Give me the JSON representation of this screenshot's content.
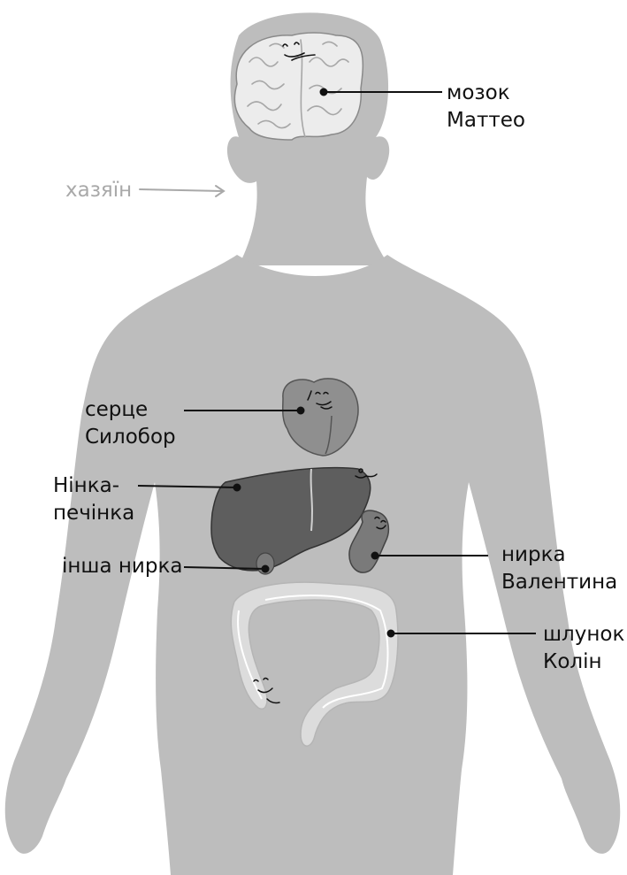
{
  "labels": {
    "brain": {
      "line1": "мозок",
      "line2": "Маттео"
    },
    "host": {
      "line1": "хазяїн"
    },
    "heart": {
      "line1": "серце",
      "line2": "Силобор"
    },
    "liver": {
      "line1": "Нінка-",
      "line2": "печінка"
    },
    "other_kidney": {
      "line1": "інша нирка"
    },
    "kidney": {
      "line1": "нирка",
      "line2": "Валентина"
    },
    "intestine": {
      "line1": "шлунок",
      "line2": "Колін"
    }
  },
  "colors": {
    "body": "#bdbdbd",
    "brain": "#ececec",
    "heart": "#8f8f8f",
    "liver": "#5e5e5e",
    "kidney": "#7a7a7a",
    "intestine": "#dcdcdc",
    "pointer": "#111111",
    "host_text": "#a9a9a9"
  },
  "icons": [
    "brain-face",
    "heart-face",
    "liver-face",
    "kidney-face",
    "intestine-face"
  ]
}
